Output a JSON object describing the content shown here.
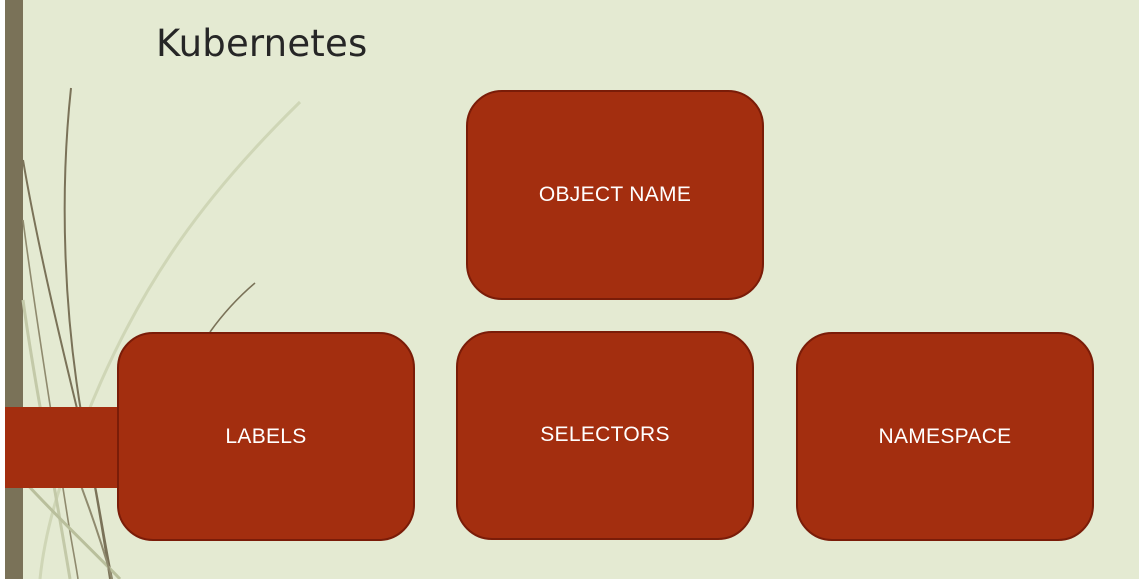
{
  "title": "Kubernetes",
  "boxes": {
    "object_name": {
      "label": "OBJECT NAME"
    },
    "labels": {
      "label": "LABELS"
    },
    "selectors": {
      "label": "SELECTORS"
    },
    "namespace": {
      "label": "NAMESPACE"
    }
  },
  "colors": {
    "background": "#e4ead2",
    "box_fill": "#a32e0f",
    "box_border": "#7a1c08",
    "box_text": "#ffffff",
    "side_bar": "#7a7258",
    "accent_tab": "#a32e0f",
    "title_text": "#262626"
  }
}
